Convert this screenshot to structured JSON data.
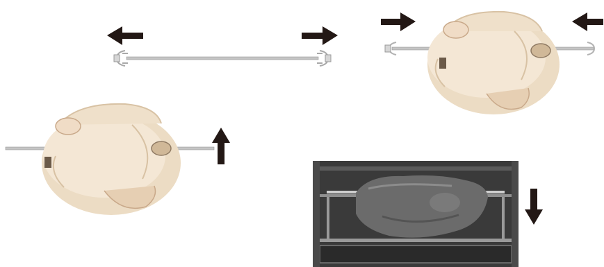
{
  "diagram": {
    "steps": [
      {
        "id": "step-1",
        "description_icons": [
          "arrow-left-icon",
          "arrow-right-icon"
        ],
        "object": "rotisserie-spit-with-forks"
      },
      {
        "id": "step-2",
        "description_icons": [
          "arrow-right-icon",
          "arrow-left-icon"
        ],
        "object": "chicken-on-spit"
      },
      {
        "id": "step-3",
        "description_icons": [
          "arrow-up-icon"
        ],
        "object": "chicken-on-spit-rotated"
      },
      {
        "id": "step-4",
        "description_icons": [
          "arrow-down-icon"
        ],
        "object": "roast-in-oven"
      }
    ],
    "colors": {
      "arrow": "#231815",
      "chicken_skin": "#f3e6d4",
      "chicken_shadow": "#d8c2a4",
      "spit": "#b8b8b8",
      "oven_dark": "#3a3a3a",
      "oven_rack": "#9a9a9a",
      "roast": "#6b6b6b"
    }
  }
}
